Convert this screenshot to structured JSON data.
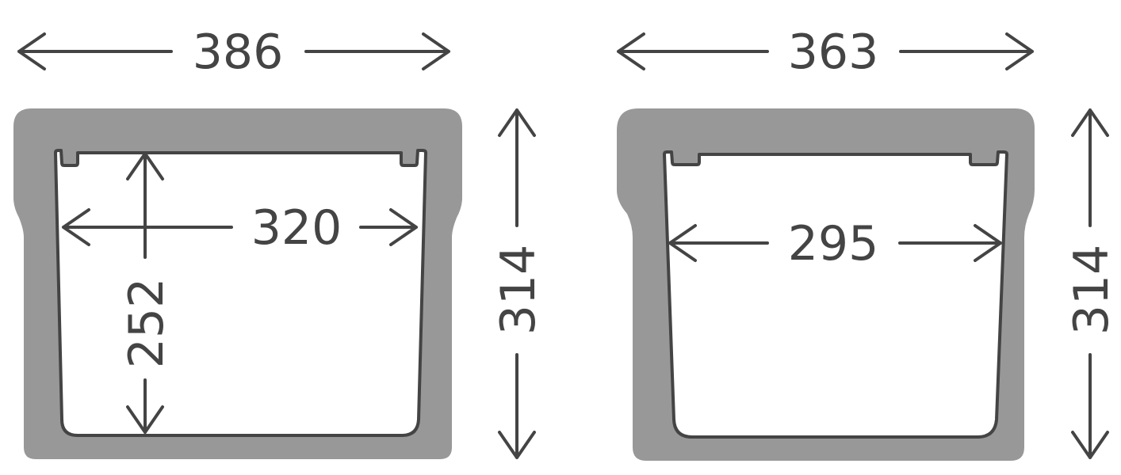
{
  "left_bin": {
    "outer_width": "386",
    "height": "314",
    "inner_width": "320",
    "inner_depth": "252"
  },
  "right_bin": {
    "outer_width": "363",
    "height": "314",
    "inner_width": "295"
  },
  "colors": {
    "body": "#989898",
    "line": "#444444"
  }
}
